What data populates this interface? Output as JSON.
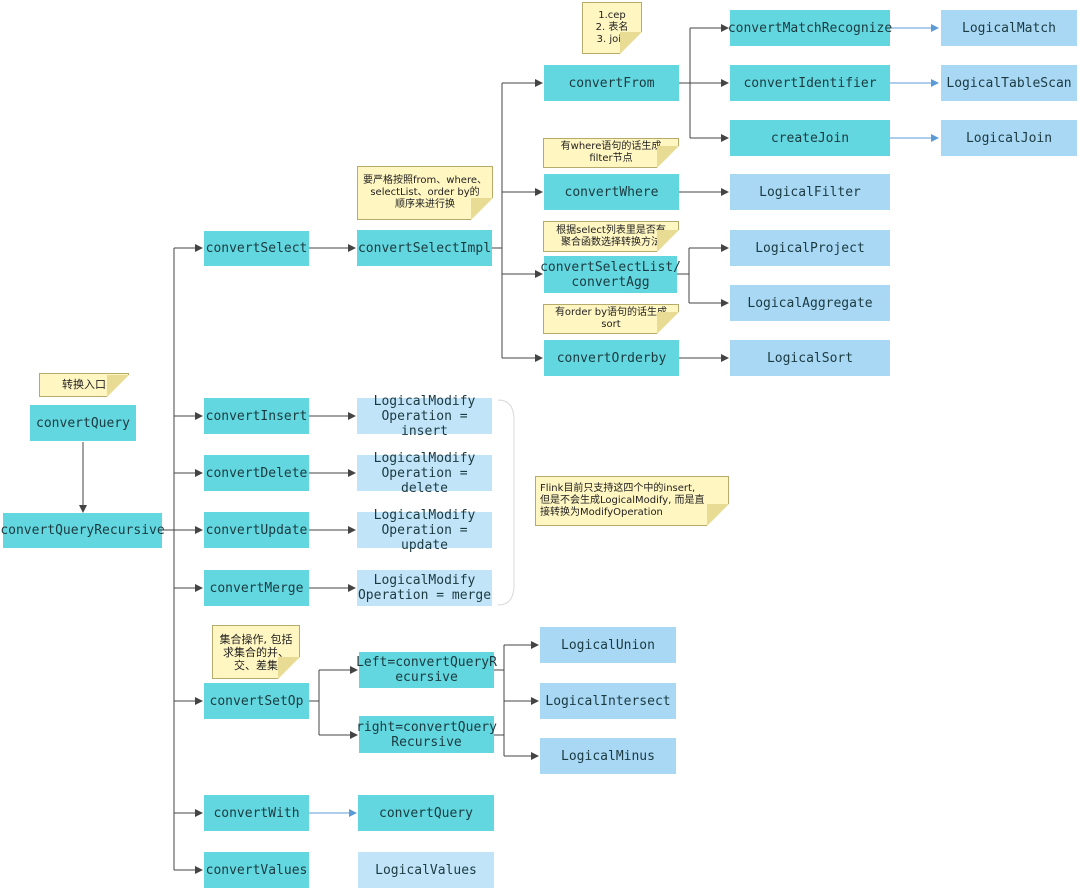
{
  "nodes": {
    "convert_query": "convertQuery",
    "convert_query_recursive": "convertQueryRecursive",
    "convert_select": "convertSelect",
    "convert_select_impl": "convertSelectImpl",
    "convert_from": "convertFrom",
    "convert_where": "convertWhere",
    "convert_select_list": "convertSelectList/\nconvertAgg",
    "convert_orderby": "convertOrderby",
    "convert_match_recognize": "convertMatchRecognize",
    "convert_identifier": "convertIdentifier",
    "create_join": "createJoin",
    "logical_match": "LogicalMatch",
    "logical_table_scan": "LogicalTableScan",
    "logical_join": "LogicalJoin",
    "logical_filter": "LogicalFilter",
    "logical_project": "LogicalProject",
    "logical_aggregate": "LogicalAggregate",
    "logical_sort": "LogicalSort",
    "convert_insert": "convertInsert",
    "convert_delete": "convertDelete",
    "convert_update": "convertUpdate",
    "convert_merge": "convertMerge",
    "modify_insert": "LogicalModify\nOperation = insert",
    "modify_delete": "LogicalModify\nOperation = delete",
    "modify_update": "LogicalModify\nOperation = update",
    "modify_merge": "LogicalModify\nOperation = merge",
    "convert_set_op": "convertSetOp",
    "left_recursive": "Left=convertQueryR\necursive",
    "right_recursive": "right=convertQuery\nRecursive",
    "logical_union": "LogicalUnion",
    "logical_intersect": "LogicalIntersect",
    "logical_minus": "LogicalMinus",
    "convert_with": "convertWith",
    "convert_query_2": "convertQuery",
    "convert_values": "convertValues",
    "logical_values": "LogicalValues"
  },
  "notes": {
    "entry": "转换入口",
    "from_list": "1.cep\n2. 表名\n3. join",
    "where_note": "有where语句的话生成\nfilter节点",
    "select_order_note": "要严格按照from、where、\nselectList、order by的\n顺序来进行换",
    "select_list_note": "根据select列表里是否有\n聚合函数选择转换方法",
    "orderby_note": "有order by语句的话生成\nsort",
    "flink_note": "Flink目前只支持这四个中的insert,\n但是不会生成LogicalModify, 而是直\n接转换为ModifyOperation",
    "set_op_note": "集合操作, 包括\n求集合的并、\n交、差集"
  },
  "colors": {
    "converter": "#62d7df",
    "logical": "#a9d8f5",
    "modify": "#c2e4f9",
    "note": "#fff6c2",
    "line": "#444444",
    "blue_line": "#5b9bd5"
  }
}
